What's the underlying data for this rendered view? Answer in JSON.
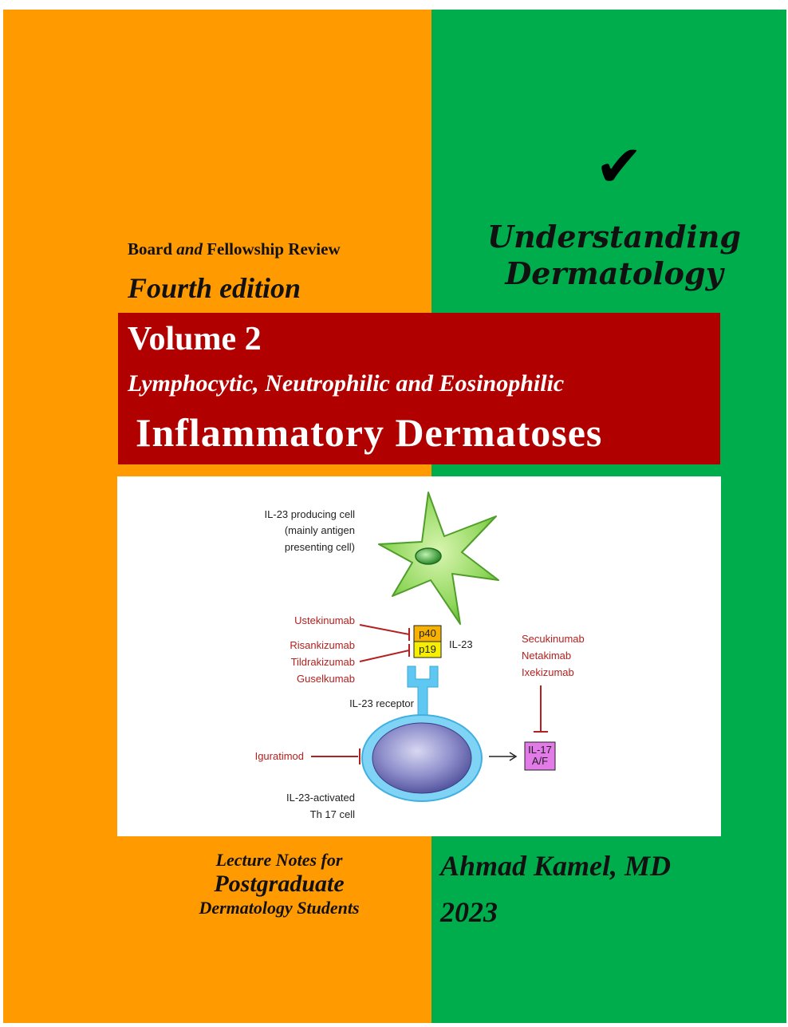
{
  "cover": {
    "series_line1": "Understanding",
    "series_line2": "Dermatology",
    "review_pre": "Board ",
    "review_and": "and",
    "review_post": " Fellowship Review",
    "edition": "Fourth edition",
    "volume": "Volume 2",
    "subtitle": "Lymphocytic, Neutrophilic and Eosinophilic",
    "title": "Inflammatory Dermatoses",
    "lecture_line1": "Lecture Notes for",
    "lecture_line2": "Postgraduate",
    "lecture_line3": "Dermatology Students",
    "author": "Ahmad Kamel, MD",
    "year": "2023",
    "checkmark_icon": "check-icon",
    "colors": {
      "left_panel": "#ff9b00",
      "right_panel": "#00ad4c",
      "title_band": "#b10000"
    }
  },
  "diagram": {
    "apc_line1": "IL-23 producing cell",
    "apc_line2": "(mainly antigen",
    "apc_line3": "presenting cell)",
    "ustekinumab": "Ustekinumab",
    "risankizumab": "Risankizumab",
    "tildrakizumab": "Tildrakizumab",
    "guselkumab": "Guselkumab",
    "p40": "p40",
    "p19": "p19",
    "il23": "IL-23",
    "receptor": "IL-23 receptor",
    "secukinumab": "Secukinumab",
    "netakimab": "Netakimab",
    "ixekizumab": "Ixekizumab",
    "iguratimod": "Iguratimod",
    "il17_line1": "IL-17",
    "il17_line2": "A/F",
    "th17_line1": "IL-23-activated",
    "th17_line2": "Th 17 cell"
  }
}
